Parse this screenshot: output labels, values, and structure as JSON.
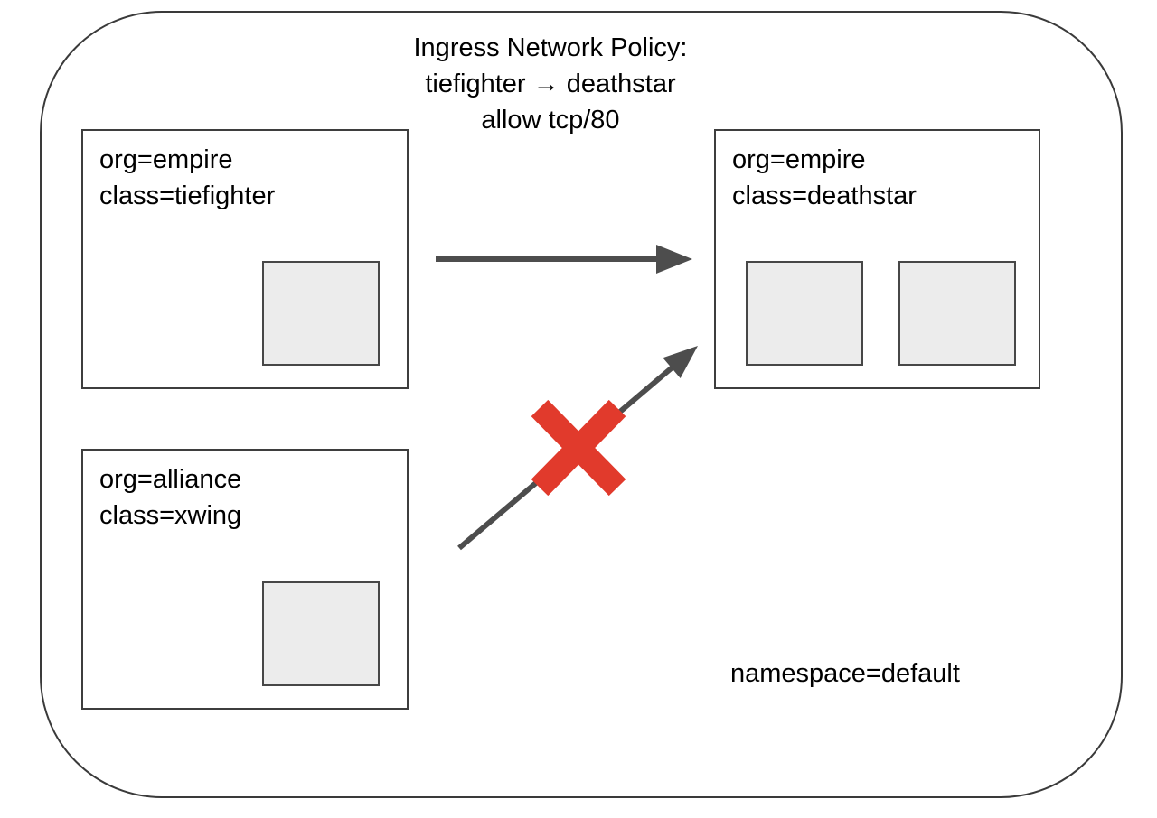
{
  "diagram": {
    "title_lines": [
      "Ingress Network Policy:",
      "tiefighter → deathstar",
      "allow tcp/80"
    ],
    "namespace_label": "namespace=default",
    "nodes": [
      {
        "id": "tiefighter",
        "labels": [
          "org=empire",
          "class=tiefighter"
        ],
        "pod_count": 1
      },
      {
        "id": "deathstar",
        "labels": [
          "org=empire",
          "class=deathstar"
        ],
        "pod_count": 2
      },
      {
        "id": "xwing",
        "labels": [
          "org=alliance",
          "class=xwing"
        ],
        "pod_count": 1
      }
    ],
    "edges": [
      {
        "from": "tiefighter",
        "to": "deathstar",
        "status": "allowed"
      },
      {
        "from": "xwing",
        "to": "deathstar",
        "status": "blocked"
      }
    ],
    "colors": {
      "arrow": "#4d4d4d",
      "blocked_x": "#e13a2c",
      "box_border": "#3e3e3e",
      "pod_border": "#474747",
      "pod_fill": "#ececec",
      "outer_border": "#3a3a3a",
      "text": "#000000"
    }
  }
}
